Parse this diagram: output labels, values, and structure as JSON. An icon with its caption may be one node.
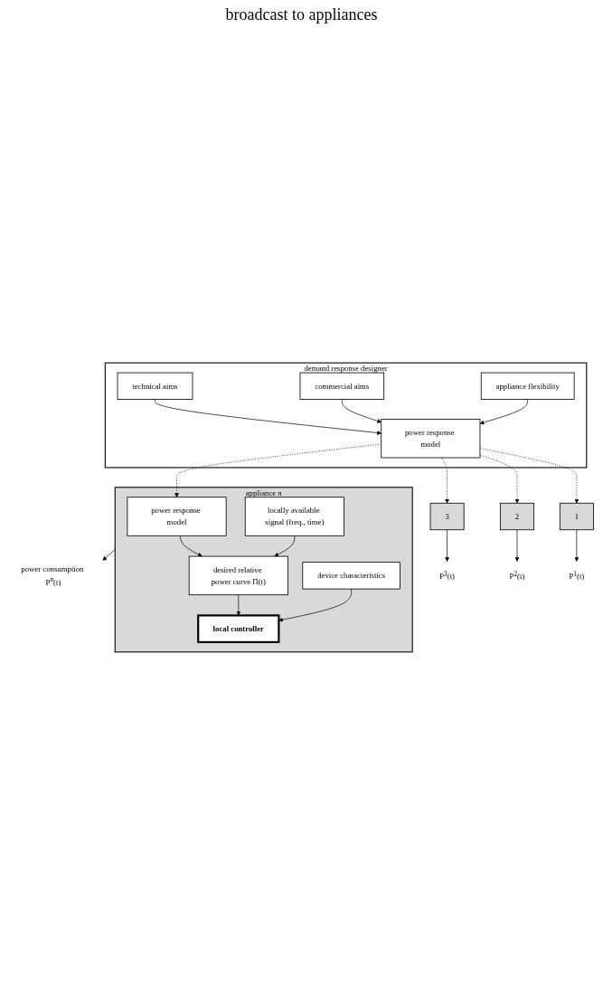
{
  "diagram": {
    "nodes": [
      {
        "text": [
          "demand response designer"
        ]
      },
      {
        "text": [
          "technical aims"
        ],
        "in": 0
      },
      {
        "text": [
          "commercial aims"
        ],
        "in": 0
      },
      {
        "text": [
          "appliance flexibility"
        ],
        "in": 0
      },
      {
        "text": [
          "power response model"
        ],
        "in": 0
      },
      {
        "text": [
          "1"
        ]
      },
      {
        "text": [
          "2"
        ]
      },
      {
        "text": [
          "3"
        ]
      },
      {
        "text": [
          "P$^{1}$(t)"
        ]
      },
      {
        "text": [
          "P$^{2}$(t)"
        ]
      },
      {
        "text": [
          "P$^{3}$(t)"
        ]
      },
      {
        "text": [
          "appliance *n*"
        ]
      },
      {
        "text": [
          "power response model"
        ],
        "in": 11
      },
      {
        "text": [
          "locally available signal (freq., time)"
        ],
        "in": 11
      },
      {
        "text": [
          "desired relative power curve Π(t)"
        ],
        "in": 11
      },
      {
        "text": [
          "local controller"
        ],
        "in": 11
      },
      {
        "text": [
          "device characteristics"
        ],
        "in": 11
      },
      {
        "text": [
          "power consumption P$^{n}$(t)"
        ]
      }
    ],
    "edges": [
      {
        "from": 1,
        "to": 4,
        "arrow": "to"
      },
      {
        "from": 2,
        "to": 4,
        "arrow": "to"
      },
      {
        "from": 3,
        "to": 4,
        "arrow": "to"
      },
      {
        "from": 4,
        "to": 5,
        "arrow": "to",
        "style": "dashed"
      },
      {
        "from": 4,
        "to": 6,
        "arrow": "to",
        "style": "dashed"
      },
      {
        "from": 4,
        "to": 7,
        "arrow": "to",
        "style": "dashed"
      },
      {
        "from": 4,
        "to": 12,
        "arrow": "to",
        "style": "dashed"
      },
      {
        "from": 5,
        "to": 8,
        "arrow": "to"
      },
      {
        "from": 6,
        "to": 9,
        "arrow": "to"
      },
      {
        "from": 7,
        "to": 10,
        "arrow": "to"
      },
      {
        "from": 12,
        "to": 14,
        "arrow": "to"
      },
      {
        "from": 13,
        "to": 14,
        "arrow": "to"
      },
      {
        "from": 14,
        "to": 15,
        "arrow": "to"
      },
      {
        "from": 16,
        "to": 15,
        "arrow": "to"
      },
      {
        "from": 11,
        "to": 17,
        "arrow": "to"
      }
    ],
    "labels": [
      "broadcast to appliances"
    ]
  }
}
